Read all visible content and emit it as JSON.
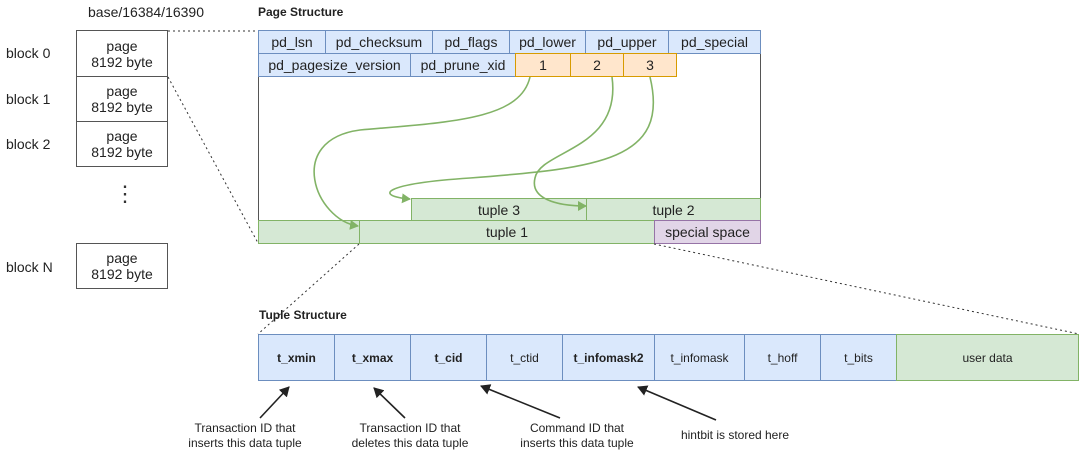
{
  "file_path": "base/16384/16390",
  "blocks": [
    {
      "label": "block 0",
      "page": "page",
      "size": "8192 byte"
    },
    {
      "label": "block 1",
      "page": "page",
      "size": "8192 byte"
    },
    {
      "label": "block 2",
      "page": "page",
      "size": "8192 byte"
    },
    {
      "label": "block N",
      "page": "page",
      "size": "8192 byte"
    }
  ],
  "ellipsis": "⋮",
  "page_structure": {
    "title": "Page Structure",
    "header_row1": [
      "pd_lsn",
      "pd_checksum",
      "pd_flags",
      "pd_lower",
      "pd_upper",
      "pd_special"
    ],
    "header_row2": [
      "pd_pagesize_version",
      "pd_prune_xid"
    ],
    "line_pointers": [
      "1",
      "2",
      "3"
    ],
    "tuples": {
      "tuple3": "tuple 3",
      "tuple2": "tuple 2",
      "tuple1": "tuple 1"
    },
    "special_space": "special space"
  },
  "tuple_structure": {
    "title": "Tuple Structure",
    "fields": [
      {
        "name": "t_xmin",
        "bold": true
      },
      {
        "name": "t_xmax",
        "bold": true
      },
      {
        "name": "t_cid",
        "bold": true
      },
      {
        "name": "t_ctid",
        "bold": false
      },
      {
        "name": "t_infomask2",
        "bold": true
      },
      {
        "name": "t_infomask",
        "bold": false
      },
      {
        "name": "t_hoff",
        "bold": false
      },
      {
        "name": "t_bits",
        "bold": false
      },
      {
        "name": "user data",
        "bold": false
      }
    ]
  },
  "annotations": {
    "xmin": [
      "Transaction ID that",
      "inserts this data tuple"
    ],
    "xmax": [
      "Transaction ID that",
      "deletes this data tuple"
    ],
    "cid": [
      "Command ID that",
      "inserts this data tuple"
    ],
    "infomask2": [
      "hintbit is stored here"
    ]
  },
  "colors": {
    "header": "#dae8fc",
    "line_pointer": "#ffe6cc",
    "tuple": "#d5e8d4",
    "special": "#e1d5e7",
    "arrow": "#82b366"
  }
}
